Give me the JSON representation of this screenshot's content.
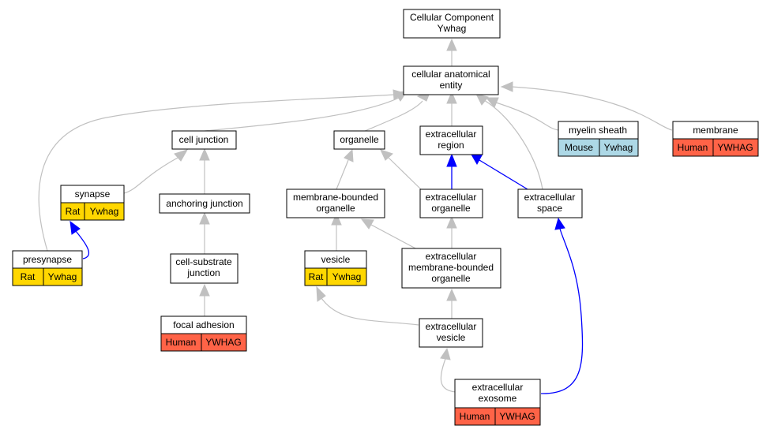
{
  "colors": {
    "rat": "#ffd700",
    "mouse": "#add8e6",
    "human": "#ff6347",
    "edge_gray": "#c0c0c0",
    "edge_blue": "#0000ff"
  },
  "nodes": {
    "cellular_component": [
      "Cellular Component",
      "Ywhag"
    ],
    "cellular_anatomical_entity": [
      "cellular anatomical",
      "entity"
    ],
    "cell_junction": [
      "cell junction"
    ],
    "organelle": [
      "organelle"
    ],
    "extracellular_region": [
      "extracellular",
      "region"
    ],
    "myelin_sheath": [
      "myelin sheath"
    ],
    "membrane": [
      "membrane"
    ],
    "synapse": [
      "synapse"
    ],
    "anchoring_junction": [
      "anchoring junction"
    ],
    "membrane_bounded_organelle": [
      "membrane-bounded",
      "organelle"
    ],
    "extracellular_organelle": [
      "extracellular",
      "organelle"
    ],
    "extracellular_space": [
      "extracellular",
      "space"
    ],
    "presynapse": [
      "presynapse"
    ],
    "cell_substrate_junction": [
      "cell-substrate",
      "junction"
    ],
    "vesicle": [
      "vesicle"
    ],
    "extracellular_membrane_bounded_organelle": [
      "extracellular",
      "membrane-bounded",
      "organelle"
    ],
    "focal_adhesion": [
      "focal adhesion"
    ],
    "extracellular_vesicle": [
      "extracellular",
      "vesicle"
    ],
    "extracellular_exosome": [
      "extracellular",
      "exosome"
    ]
  },
  "annotations": {
    "myelin_sheath": [
      "Mouse",
      "Ywhag"
    ],
    "membrane": [
      "Human",
      "YWHAG"
    ],
    "synapse": [
      "Rat",
      "Ywhag"
    ],
    "presynapse": [
      "Rat",
      "Ywhag"
    ],
    "vesicle": [
      "Rat",
      "Ywhag"
    ],
    "focal_adhesion": [
      "Human",
      "YWHAG"
    ],
    "extracellular_exosome": [
      "Human",
      "YWHAG"
    ]
  }
}
